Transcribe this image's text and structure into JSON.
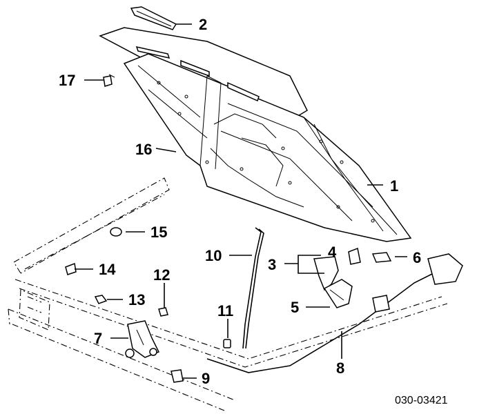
{
  "diagram": {
    "catalog_number": "030-03421",
    "callouts": [
      {
        "id": "c1",
        "label": "1"
      },
      {
        "id": "c2",
        "label": "2"
      },
      {
        "id": "c3",
        "label": "3"
      },
      {
        "id": "c4",
        "label": "4"
      },
      {
        "id": "c5",
        "label": "5"
      },
      {
        "id": "c6",
        "label": "6"
      },
      {
        "id": "c7",
        "label": "7"
      },
      {
        "id": "c8",
        "label": "8"
      },
      {
        "id": "c9",
        "label": "9"
      },
      {
        "id": "c10",
        "label": "10"
      },
      {
        "id": "c11",
        "label": "11"
      },
      {
        "id": "c12",
        "label": "12"
      },
      {
        "id": "c13",
        "label": "13"
      },
      {
        "id": "c14",
        "label": "14"
      },
      {
        "id": "c15",
        "label": "15"
      },
      {
        "id": "c16",
        "label": "16"
      },
      {
        "id": "c17",
        "label": "17"
      }
    ]
  }
}
